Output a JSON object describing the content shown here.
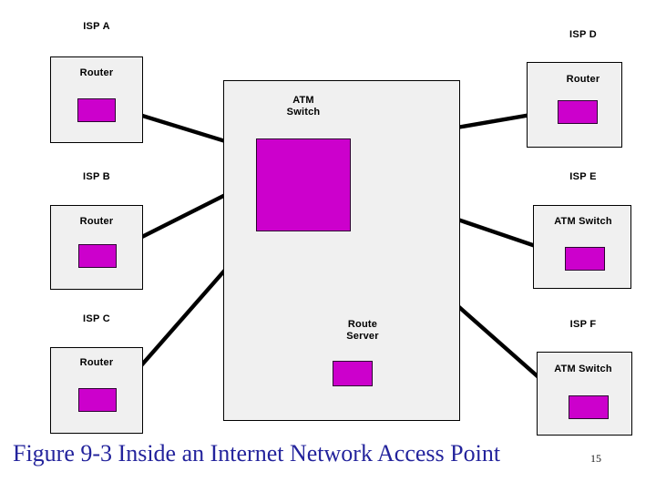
{
  "slide": {
    "caption": "Figure 9-3 Inside an Internet Network Access Point",
    "page_number": "15",
    "caption_color": "#23239c",
    "device_color": "#cc00cc",
    "panel_color": "#f0f0f0",
    "line_color": "#000000"
  },
  "nap": {
    "title": "ATM\nSwitch",
    "route_server_title": "Route\nServer"
  },
  "isps": [
    {
      "label": "ISP A",
      "device": "Router"
    },
    {
      "label": "ISP B",
      "device": "Router"
    },
    {
      "label": "ISP C",
      "device": "Router"
    },
    {
      "label": "ISP D",
      "device": "Router"
    },
    {
      "label": "ISP E",
      "device": "ATM Switch"
    },
    {
      "label": "ISP F",
      "device": "ATM Switch"
    }
  ],
  "connections": [
    {
      "from": "ISP A",
      "to": "ATM Switch"
    },
    {
      "from": "ISP B",
      "to": "ATM Switch"
    },
    {
      "from": "ISP C",
      "to": "ATM Switch"
    },
    {
      "from": "ATM Switch",
      "to": "ISP D"
    },
    {
      "from": "ATM Switch",
      "to": "ISP E"
    },
    {
      "from": "ATM Switch",
      "to": "ISP F"
    },
    {
      "from": "ATM Switch",
      "to": "Route Server"
    }
  ]
}
